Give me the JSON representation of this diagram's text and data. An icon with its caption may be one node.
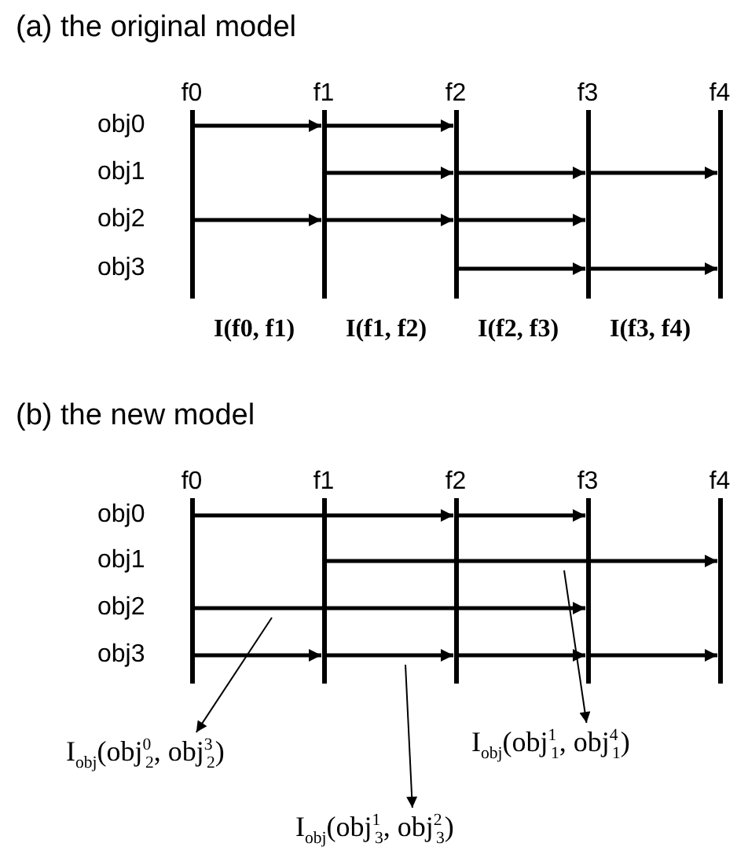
{
  "diagram": {
    "nodes": [
      {
        "text": [
          "f0"
        ]
      },
      {
        "text": [
          "f1"
        ]
      },
      {
        "text": [
          "f2"
        ]
      },
      {
        "text": [
          "f3"
        ]
      },
      {
        "text": [
          "f4"
        ]
      },
      {
        "text": [
          "f0"
        ]
      },
      {
        "text": [
          "f1"
        ]
      },
      {
        "text": [
          "f2"
        ]
      },
      {
        "text": [
          "f3"
        ]
      },
      {
        "text": [
          "f4"
        ]
      },
      {
        "text": [
          "I$_{obj}$(obj$^{0}$$_{2}$, obj$^{3}$$_{2}$)"
        ]
      },
      {
        "text": [
          "I$_{obj}$(obj$^{1}$$_{1}$, obj$^{4}$$_{1}$)"
        ]
      },
      {
        "text": [
          "I$_{obj}$(obj$^{1}$$_{3}$, obj$^{2}$$_{3}$)"
        ]
      }
    ],
    "edges": [
      {
        "from": 0,
        "to": 1,
        "arrow": "to"
      },
      {
        "from": 1,
        "to": 2,
        "arrow": "to"
      },
      {
        "from": 1,
        "to": 2,
        "arrow": "to"
      },
      {
        "from": 2,
        "to": 3,
        "arrow": "to"
      },
      {
        "from": 3,
        "to": 4,
        "arrow": "to"
      },
      {
        "from": 0,
        "to": 1,
        "arrow": "to"
      },
      {
        "from": 1,
        "to": 2,
        "arrow": "to"
      },
      {
        "from": 2,
        "to": 3,
        "arrow": "to"
      },
      {
        "from": 2,
        "to": 3,
        "arrow": "to"
      },
      {
        "from": 3,
        "to": 4,
        "arrow": "to"
      },
      {
        "from": 5,
        "to": 7,
        "arrow": "to"
      },
      {
        "from": 7,
        "to": 8,
        "arrow": "to"
      },
      {
        "from": 6,
        "to": 9,
        "arrow": "to"
      },
      {
        "from": 5,
        "to": 8,
        "arrow": "to"
      },
      {
        "from": 5,
        "to": 6,
        "arrow": "to"
      },
      {
        "from": 6,
        "to": 7,
        "arrow": "to"
      },
      {
        "from": 7,
        "to": 8,
        "arrow": "to"
      },
      {
        "from": 8,
        "to": 9,
        "arrow": "to"
      },
      {
        "from": null,
        "to": 10,
        "arrow": "to"
      },
      {
        "from": null,
        "to": 12,
        "arrow": "to"
      },
      {
        "from": null,
        "to": 11,
        "arrow": "to"
      }
    ],
    "labels": [
      "(a) the original model",
      "obj0",
      "obj1",
      "obj2",
      "obj3",
      "I(f0, f1)",
      "I(f1, f2)",
      "I(f2, f3)",
      "I(f3, f4)",
      "(b) the new model",
      "obj0",
      "obj1",
      "obj2",
      "obj3"
    ]
  }
}
